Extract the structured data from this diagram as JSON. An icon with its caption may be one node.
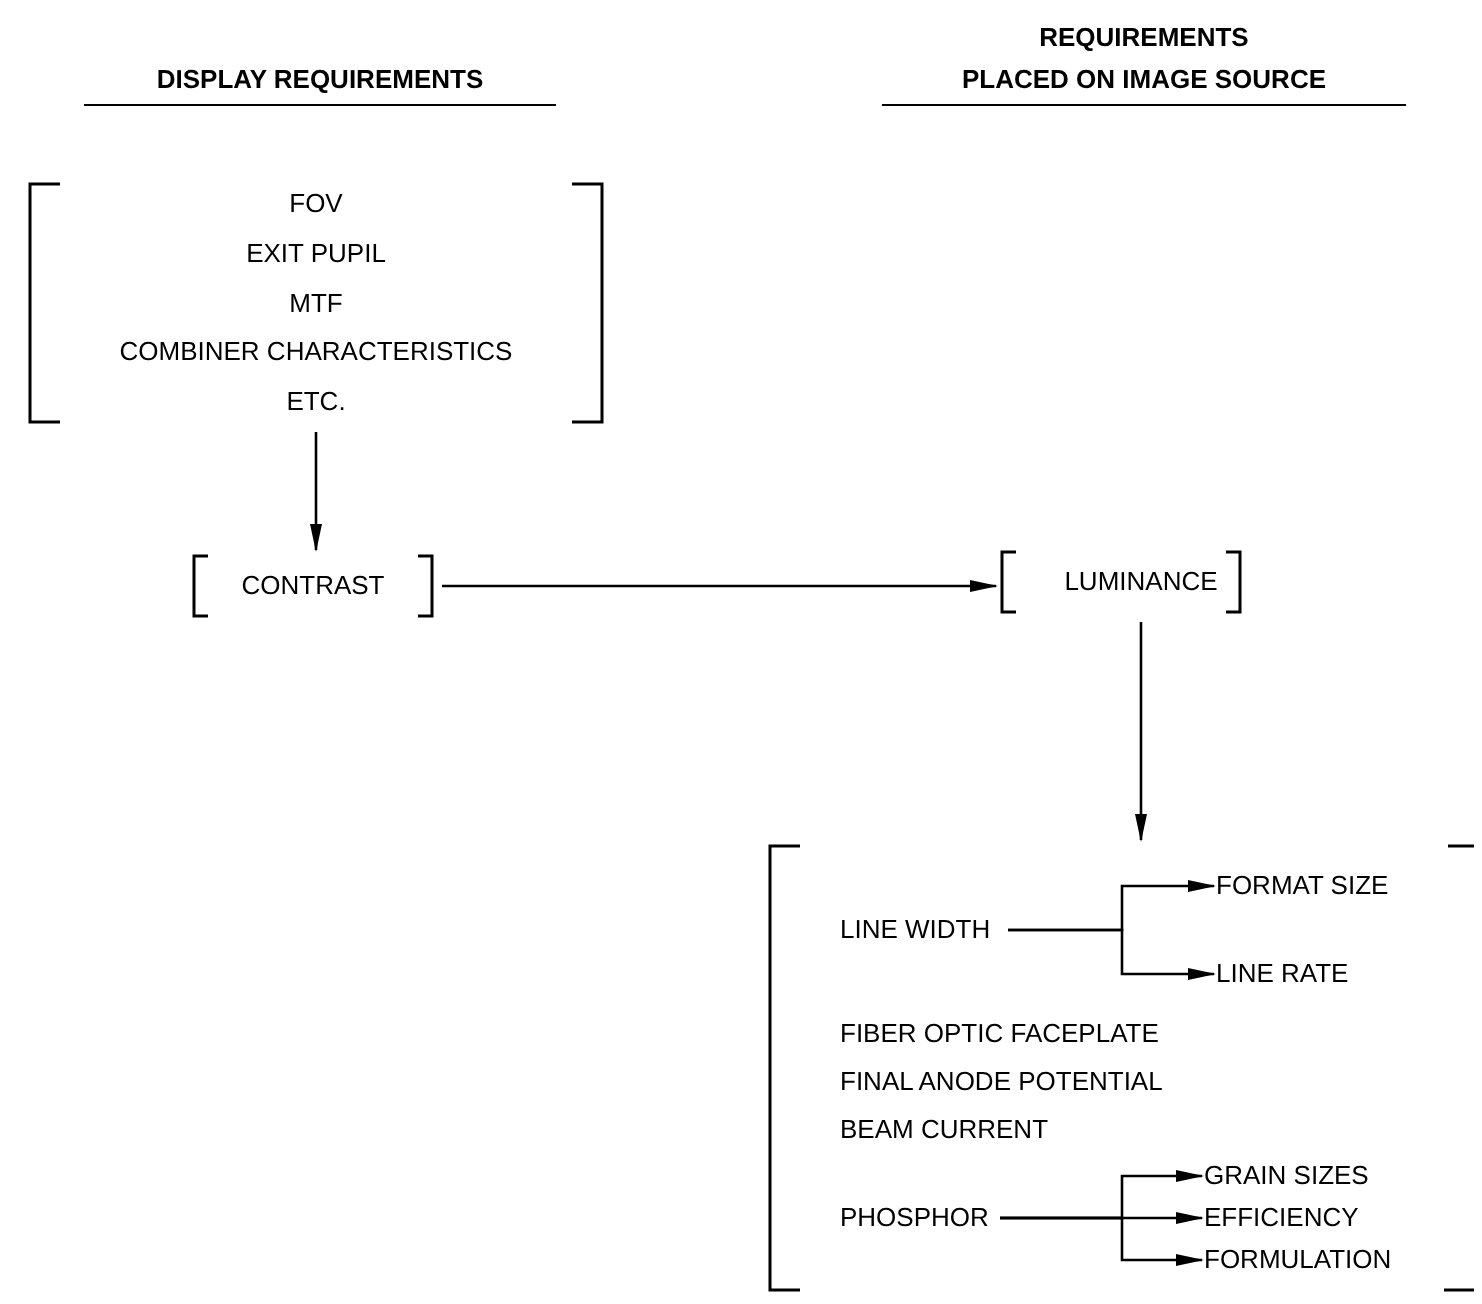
{
  "diagram": {
    "nodes": [
      {
        "text": [
          "FOV",
          "EXIT PUPIL",
          "MTF",
          "COMBINER CHARACTERISTICS",
          "ETC."
        ]
      },
      {
        "text": [
          "CONTRAST"
        ]
      },
      {
        "text": [
          "LUMINANCE"
        ]
      },
      {
        "text": [
          "FIBER OPTIC FACEPLATE",
          "FINAL ANODE POTENTIAL",
          "BEAM CURRENT"
        ]
      },
      {
        "text": [
          "LINE WIDTH"
        ],
        "in": 3
      },
      {
        "text": [
          "FORMAT SIZE"
        ],
        "in": 3
      },
      {
        "text": [
          "LINE RATE"
        ],
        "in": 3
      },
      {
        "text": [
          "PHOSPHOR"
        ],
        "in": 3
      },
      {
        "text": [
          "GRAIN SIZES"
        ],
        "in": 3
      },
      {
        "text": [
          "EFFICIENCY"
        ],
        "in": 3
      },
      {
        "text": [
          "FORMULATION"
        ],
        "in": 3
      }
    ],
    "edges": [
      {
        "from": 0,
        "to": 1,
        "arrow": "to"
      },
      {
        "from": 1,
        "to": 2,
        "arrow": "to"
      },
      {
        "from": 2,
        "to": 3,
        "arrow": "to"
      },
      {
        "from": 4,
        "to": 5,
        "arrow": "to"
      },
      {
        "from": 4,
        "to": 6,
        "arrow": "to"
      },
      {
        "from": 7,
        "to": 8,
        "arrow": "to"
      },
      {
        "from": 7,
        "to": 9,
        "arrow": "to"
      },
      {
        "from": 7,
        "to": 10,
        "arrow": "to"
      }
    ],
    "labels": [
      "DISPLAY REQUIREMENTS",
      "REQUIREMENTS",
      "PLACED ON IMAGE SOURCE"
    ]
  }
}
